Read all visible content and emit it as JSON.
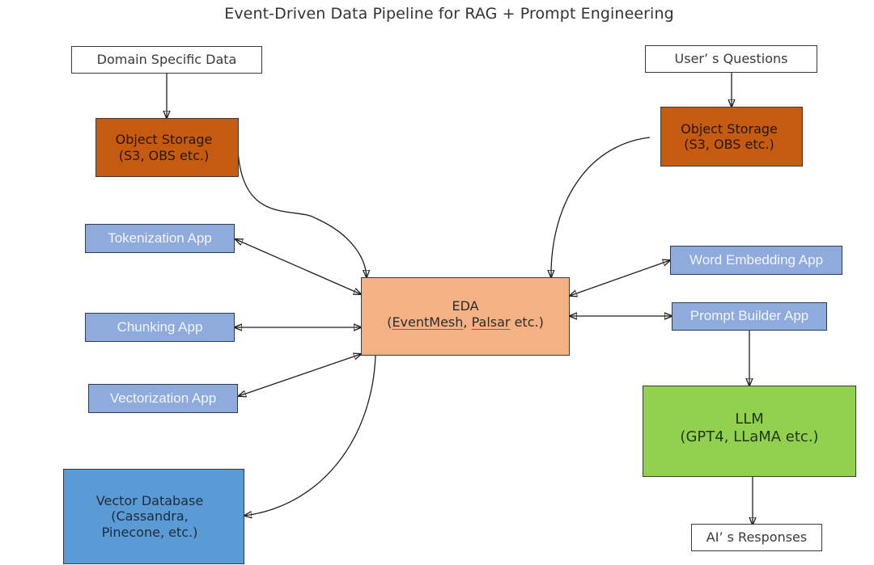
{
  "title": "Event-Driven Data Pipeline for RAG + Prompt Engineering",
  "colors": {
    "object_storage": "#c55a11",
    "eda": "#f4b183",
    "app": "#8faadc",
    "vector_db": "#5b9bd5",
    "llm": "#92d050",
    "plain": "#ffffff"
  },
  "nodes": {
    "domain_data": {
      "label": "Domain Specific Data"
    },
    "storage_left": {
      "line1": "Object Storage",
      "line2": "(S3, OBS etc.)"
    },
    "user_questions": {
      "label": "User’ s Questions"
    },
    "storage_right": {
      "line1": "Object Storage",
      "line2": "(S3, OBS etc.)"
    },
    "eda": {
      "line1": "EDA",
      "open": "(",
      "part1": "EventMesh",
      "sep": ", ",
      "part2": "Palsar",
      "close": " etc.)"
    },
    "tokenization": {
      "label": "Tokenization App"
    },
    "chunking": {
      "label": "Chunking App"
    },
    "vectorization": {
      "label": "Vectorization App"
    },
    "vector_db": {
      "line1": "Vector Database",
      "line2": "(Cassandra,",
      "line3": "Pinecone, etc.)"
    },
    "word_embedding": {
      "label": "Word Embedding App"
    },
    "prompt_builder": {
      "label": "Prompt Builder App"
    },
    "llm": {
      "line1": "LLM",
      "line2": "(GPT4, LLaMA etc.)"
    },
    "ai_responses": {
      "label": "AI’ s Responses"
    }
  },
  "edges": [
    {
      "from": "domain_data",
      "to": "storage_left",
      "direction": "forward"
    },
    {
      "from": "storage_left",
      "to": "eda",
      "direction": "forward"
    },
    {
      "from": "user_questions",
      "to": "storage_right",
      "direction": "forward"
    },
    {
      "from": "storage_right",
      "to": "eda",
      "direction": "forward"
    },
    {
      "from": "eda",
      "to": "tokenization",
      "direction": "both"
    },
    {
      "from": "eda",
      "to": "chunking",
      "direction": "both"
    },
    {
      "from": "eda",
      "to": "vectorization",
      "direction": "both"
    },
    {
      "from": "eda",
      "to": "vector_db",
      "direction": "forward"
    },
    {
      "from": "eda",
      "to": "word_embedding",
      "direction": "both"
    },
    {
      "from": "eda",
      "to": "prompt_builder",
      "direction": "both"
    },
    {
      "from": "prompt_builder",
      "to": "llm",
      "direction": "forward"
    },
    {
      "from": "llm",
      "to": "ai_responses",
      "direction": "forward"
    }
  ]
}
